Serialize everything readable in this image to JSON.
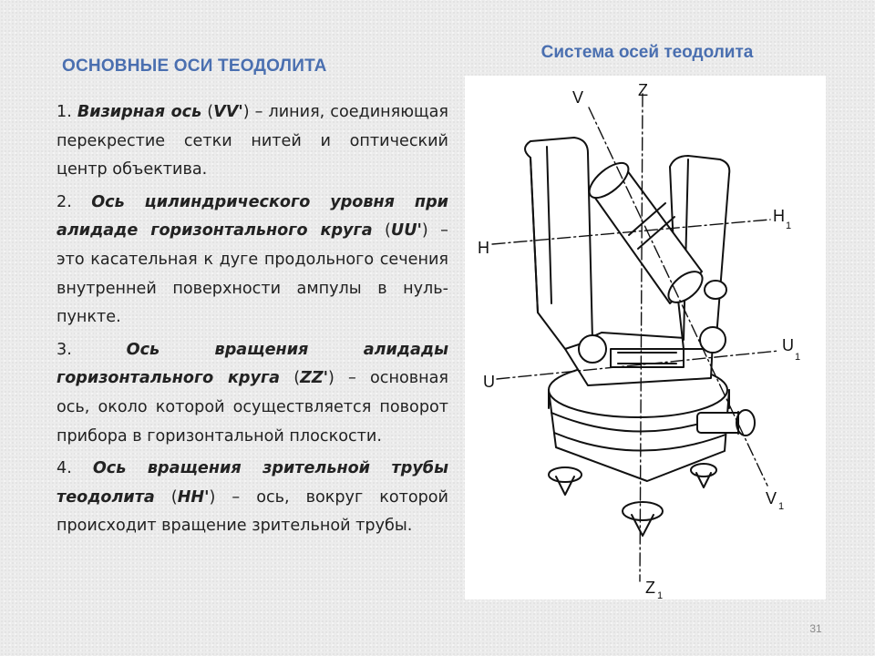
{
  "slide": {
    "title": "ОСНОВНЫЕ ОСИ ТЕОДОЛИТА",
    "figure_title": "Система осей теодолита",
    "page_number": "31"
  },
  "items": [
    {
      "number": "1.",
      "term": "Визирная ось",
      "abbr_open": " (",
      "abbr": "VV'",
      "text": ") – линия, соединяющая перекрестие сетки нитей и оптический центр объектива."
    },
    {
      "number": "2.",
      "term": "Ось цилиндрического уровня при алидаде горизонтального круга",
      "abbr_open": " (",
      "abbr": "UU'",
      "text": ") – это касательная к дуге продольного сечения внутренней поверхности ампулы в нуль-пункте."
    },
    {
      "number": "3.",
      "term": "Ось вращения алидады горизонтального круга",
      "abbr_open": " (",
      "abbr": "ZZ'",
      "text": ") – основная ось, около которой осуществляется поворот прибора в горизонтальной плоскости."
    },
    {
      "number": "4.",
      "term": "Ось вращения зрительной трубы теодолита",
      "abbr_open": " (",
      "abbr": "HH'",
      "text": ") – ось, вокруг которой происходит вращение зрительной трубы."
    }
  ],
  "figure": {
    "labels": {
      "v": "V",
      "z": "Z",
      "h": "H",
      "h1": "H",
      "h1_sub": "1",
      "u": "U",
      "u1": "U",
      "u1_sub": "1",
      "v1": "V",
      "v1_sub": "1",
      "z1": "Z",
      "z1_sub": "1"
    }
  }
}
